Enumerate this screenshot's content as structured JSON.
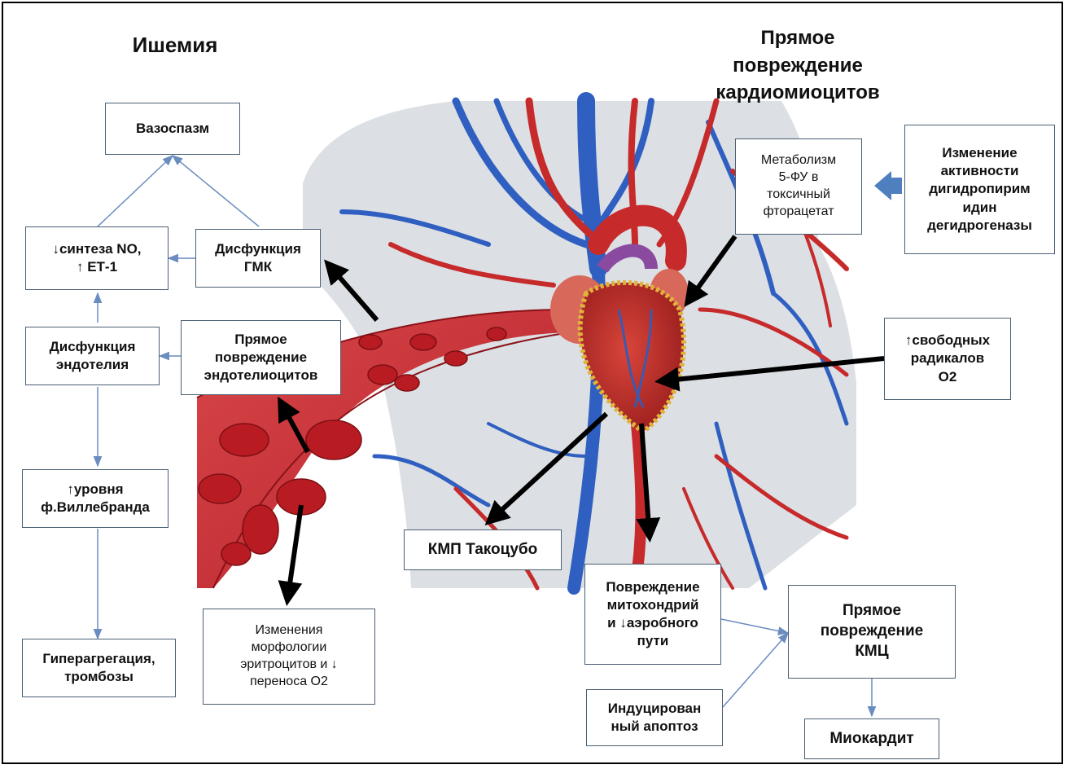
{
  "headings": {
    "ischemia": "Ишемия",
    "direct_cardiomyocyte": "Прямое\nповреждение\nкардиомиоцитов"
  },
  "boxes": {
    "vasospasm": "Вазоспазм",
    "no_synthesis": "↓синтеза NO,\n↑ ЕТ-1",
    "smc_dysfunction": "Дисфункция\nГМК",
    "endothelial_dysfunction": "Дисфункция\nэндотелия",
    "direct_endotheliocyte": "Прямое\nповреждение\nэндотелиоцитов",
    "willebrand": "↑уровня\nф.Виллебранда",
    "hyperaggregation": "Гипeрагрегация,\nтромбозы",
    "erythrocytes": "Изменения\nморфологии\nэритроцитов и ↓\nпереноса О2",
    "metabolism": "Метаболизм\n5-ФУ в\nтоксичный\nфторацетат",
    "dpd_activity": "Изменение\nактивности\nдигидропирим\nидин\nдегидрогеназы",
    "free_radicals": "↑свободных\nрадикалов\nО2",
    "takotsubo": "КМП Такоцубо",
    "mitochondria": "Повреждение\nмитохондрий\nи ↓аэробного\nпути",
    "direct_kmc": "Прямое\nповреждение\nКМЦ",
    "apoptosis": "Индуцирован\nный апоптоз",
    "myocarditis": "Миокардит"
  },
  "colors": {
    "connector": "#6a8cbf",
    "arrow_black": "#000000",
    "big_arrow": "#4f7fbf",
    "artery": "#c62a2a",
    "vein": "#2f5fc0",
    "torso": "#d9dde2",
    "rbc": "#b81c22"
  }
}
